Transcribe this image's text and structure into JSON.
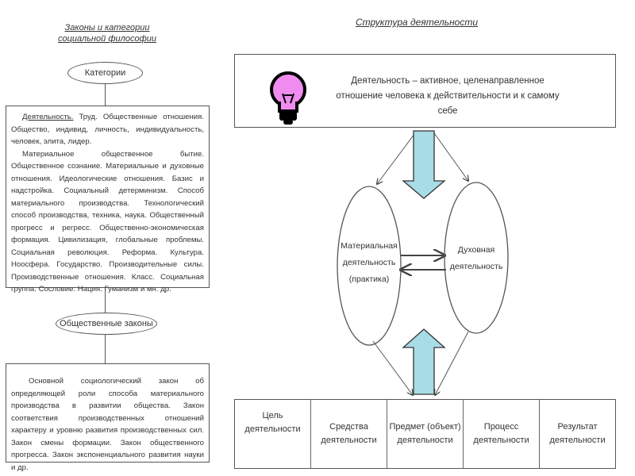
{
  "left": {
    "title_line1": "Законы и категории",
    "title_line2": "социальной философии",
    "categories_label": "Категории",
    "categories_lead": "Деятельность.",
    "categories_text1": " Труд. Общественные отношения. Общество, индивид, личность, индивидуальность, человек, элита, лидер.",
    "categories_text2": "Материальное общественное бытие. Общественное сознание. Материальные и духовные отношения. Идеологические отношения. Базис и надстройка. Социальный детерминизм. Способ материального производства. Технологический способ производства, техника, наука. Общественный прогресс и регресс. Общественно-экономическая формация. Цивилизация, глобальные проблемы. Социальная революция. Реформа. Культура. Ноосфера. Государство. Производительные силы. Производственные отношения. Класс. Социальная группа. Сословие. Нация. Гуманизм и мн. др.",
    "laws_label": "Общественные законы",
    "laws_text": "Основной социологический закон об определяющей роли способа материального производства в развитии общества. Закон соответствия производственных отношений характеру и уровню развития производственных сил. Закон смены формации. Закон общественного прогресса. Закон экспоненциального развития науки и др."
  },
  "right": {
    "title": "Структура деятельности",
    "definition_line1": "Деятельность – активное, целенаправленное",
    "definition_line2": "отношение человека к действительности и к самому себе",
    "material": "Материальная деятельность (практика)",
    "spiritual": "Духовная деятельность",
    "components": [
      "Цель деятельности",
      "Средства деятельности",
      "Предмет (объект) деятельности",
      "Процесс деятельности",
      "Результат деятельности"
    ]
  },
  "colors": {
    "bulb": "#f08cf0",
    "arrow": "#a8dce6"
  }
}
